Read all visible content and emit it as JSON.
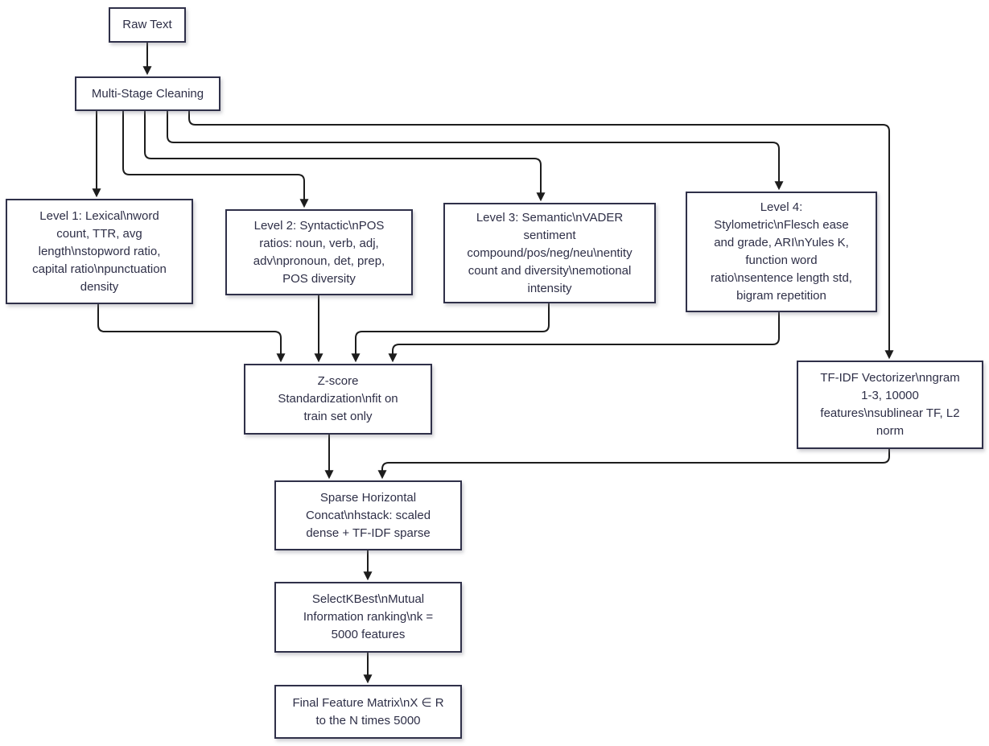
{
  "diagram": {
    "type": "flowchart",
    "direction": "top-down",
    "colors": {
      "background": "#ffffff",
      "node_fill": "#ffffff",
      "node_border": "#2f3049",
      "node_text": "#2e2f47",
      "edge": "#1d1d1d"
    },
    "nodes": {
      "raw_text": {
        "label": "Raw Text"
      },
      "cleaning": {
        "label": "Multi-Stage Cleaning"
      },
      "level1": {
        "label": "Level 1: Lexical\\nword count, TTR, avg length\\nstopword ratio, capital ratio\\npunctuation density"
      },
      "level2": {
        "label": "Level 2: Syntactic\\nPOS ratios: noun, verb, adj, adv\\npronoun, det, prep, POS diversity"
      },
      "level3": {
        "label": "Level 3: Semantic\\nVADER sentiment compound/pos/neg/neu\\nentity count and diversity\\nemotional intensity"
      },
      "level4": {
        "label": "Level 4: Stylometric\\nFlesch ease and grade, ARI\\nYules K, function word ratio\\nsentence length std, bigram repetition"
      },
      "zscore": {
        "label": "Z-score Standardization\\nfit on train set only"
      },
      "tfidf": {
        "label": "TF-IDF Vectorizer\\nngram 1-3, 10000 features\\nsublinear TF, L2 norm"
      },
      "concat": {
        "label": "Sparse Horizontal Concat\\nhstack: scaled dense + TF-IDF sparse"
      },
      "kbest": {
        "label": "SelectKBest\\nMutual Information ranking\\nk = 5000 features"
      },
      "final": {
        "label": "Final Feature Matrix\\nX ∈ R to the N times 5000"
      }
    },
    "edges": [
      {
        "from": "raw_text",
        "to": "cleaning"
      },
      {
        "from": "cleaning",
        "to": "level1"
      },
      {
        "from": "cleaning",
        "to": "level2"
      },
      {
        "from": "cleaning",
        "to": "level3"
      },
      {
        "from": "cleaning",
        "to": "level4"
      },
      {
        "from": "cleaning",
        "to": "tfidf"
      },
      {
        "from": "level1",
        "to": "zscore"
      },
      {
        "from": "level2",
        "to": "zscore"
      },
      {
        "from": "level3",
        "to": "zscore"
      },
      {
        "from": "level4",
        "to": "zscore"
      },
      {
        "from": "zscore",
        "to": "concat"
      },
      {
        "from": "tfidf",
        "to": "concat"
      },
      {
        "from": "concat",
        "to": "kbest"
      },
      {
        "from": "kbest",
        "to": "final"
      }
    ]
  }
}
